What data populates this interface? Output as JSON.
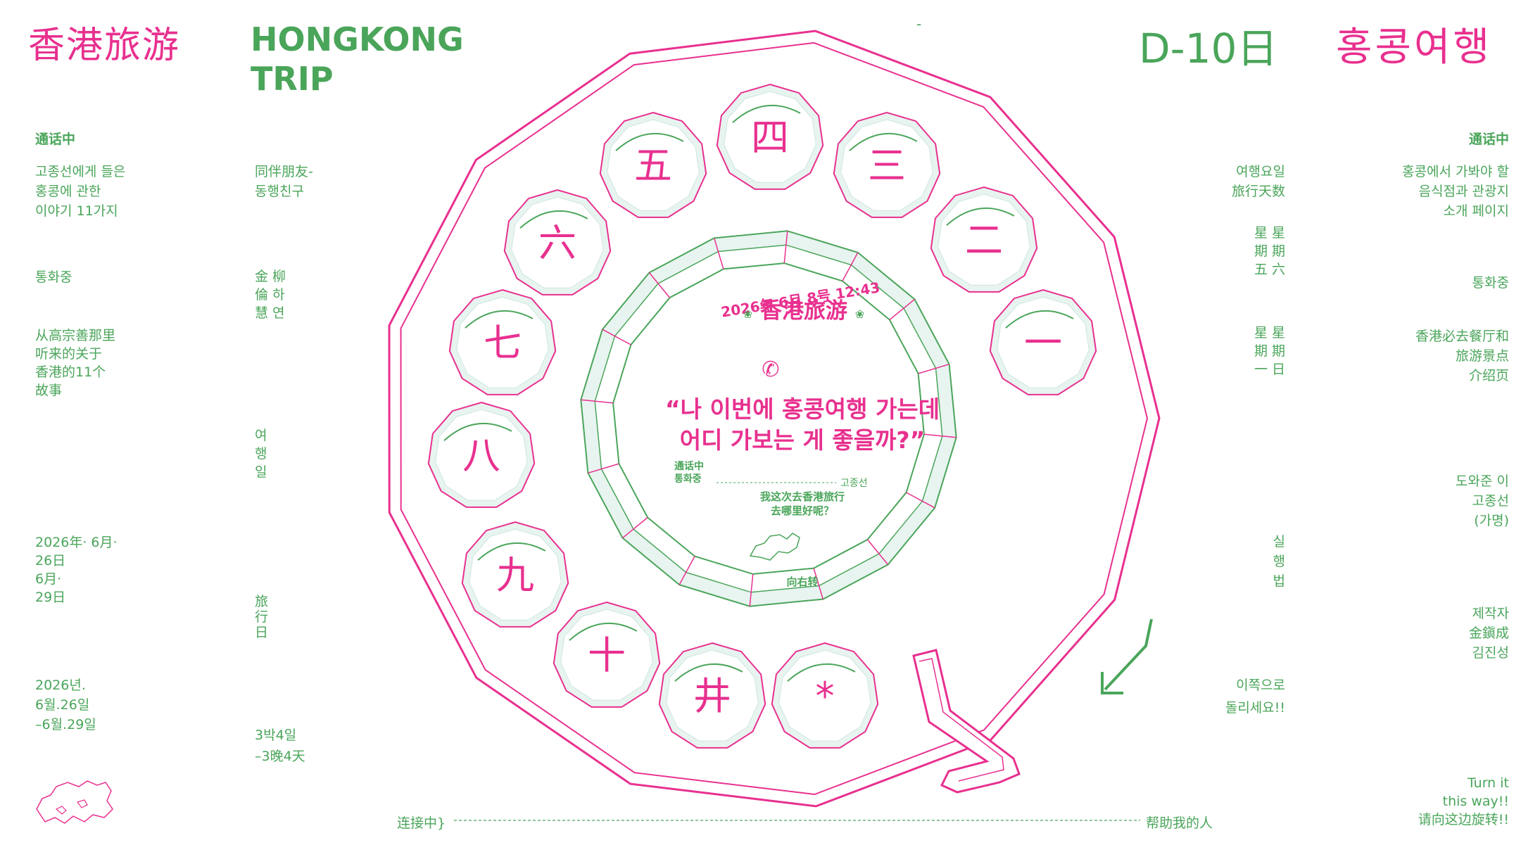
{
  "header": {
    "title_cn": "香港旅游",
    "title_en": "HONGKONG\nTRIP",
    "dash": "-",
    "dday": "D-10日",
    "title_kr": "홍콩여행"
  },
  "left": {
    "calling_cn": "通话中",
    "story_kr": "고종선에게 들은\n홍콩에 관한\n이야기 11가지",
    "calling_kr": "통화중",
    "story_cn": "从高宗善那里\n听来的关于\n香港的11个\n故事",
    "date_cn": "2026年· 6月·\n26日\n6月·\n29日",
    "date_kr": "2026년.\n6월.26일\n–6월.29일"
  },
  "col2": {
    "companion": "同伴朋友-\n동행친구",
    "names": "金 柳\n倫 하\n慧 연",
    "travel_day_kr": "여\n행\n일",
    "travel_day_cn": "旅\n行\n日",
    "duration": "3박4일\n–3晚4天"
  },
  "col3": {
    "days": "여행요일\n旅行天数",
    "weekday1": "星 星\n期 期\n五 六",
    "weekday2": "星 星\n期 期\n一 日",
    "method": "실\n행\n법",
    "turn_kr": "이쪽으로\n돌리세요!!"
  },
  "right": {
    "calling_cn": "通话中",
    "page_kr": "홍콩에서 가봐야 할\n음식점과 관광지\n소개 페이지",
    "calling_kr": "통화중",
    "page_cn": "香港必去餐厅和\n旅游景点\n介绍页",
    "helper_kr": "도와준 이\n고종선\n(가명)",
    "maker": "제작자\n金鎭成\n김진성",
    "turn_en": "Turn it\nthis way!!\n请向这边旋转!!"
  },
  "footer": {
    "connecting": "连接中}",
    "helper_cn": "帮助我的人"
  },
  "dial": {
    "buttons": [
      "四",
      "三",
      "二",
      "一",
      "五",
      "六",
      "七",
      "八",
      "九",
      "十",
      "井",
      "*"
    ]
  },
  "center": {
    "datetime": "2026年  6月  8号  12:43",
    "title": "香港旅游",
    "quote_line1": "“나 이번에 홍콩여행 가는데",
    "quote_line2": "어디 가보는 게 좋을까?”",
    "calling_cn": "通话中",
    "calling_kr": "통화중",
    "caller": "고종선",
    "translation": "我这次去香港旅行\n去哪里好呢？",
    "turn_right": "向右转"
  },
  "colors": {
    "pink": "#e8308f",
    "green": "#4aa55a",
    "pale": "#e8f4f0"
  },
  "icons": [
    "phone-icon",
    "hongkong-map-icon",
    "arrow-icon"
  ]
}
